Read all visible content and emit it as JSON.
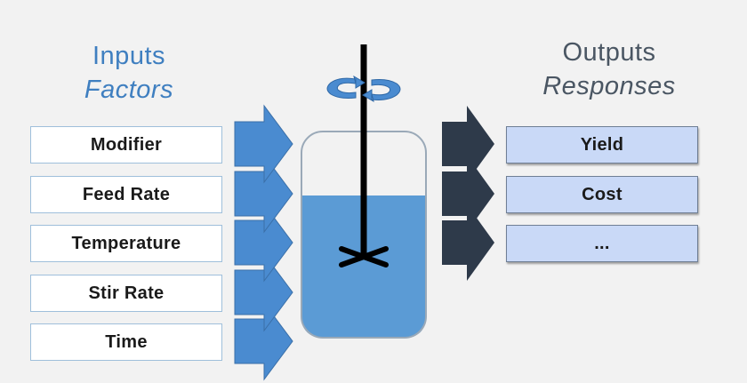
{
  "inputs": {
    "title": "Inputs",
    "subtitle": "Factors",
    "items": [
      "Modifier",
      "Feed Rate",
      "Temperature",
      "Stir Rate",
      "Time"
    ]
  },
  "outputs": {
    "title": "Outputs",
    "subtitle": "Responses",
    "items": [
      "Yield",
      "Cost",
      "..."
    ]
  },
  "colors": {
    "input_title": "#3f7fc0",
    "output_title": "#4a5663",
    "input_arrow": "#4a8bd0",
    "output_arrow": "#2e3a4a",
    "liquid": "#5b9bd5",
    "output_box": "#c9d9f7",
    "rotation_arrow": "#4a8bd0"
  },
  "icons": [
    "rotation-arrows-icon",
    "stirrer-shaft",
    "impeller-icon",
    "reactor-vessel"
  ]
}
